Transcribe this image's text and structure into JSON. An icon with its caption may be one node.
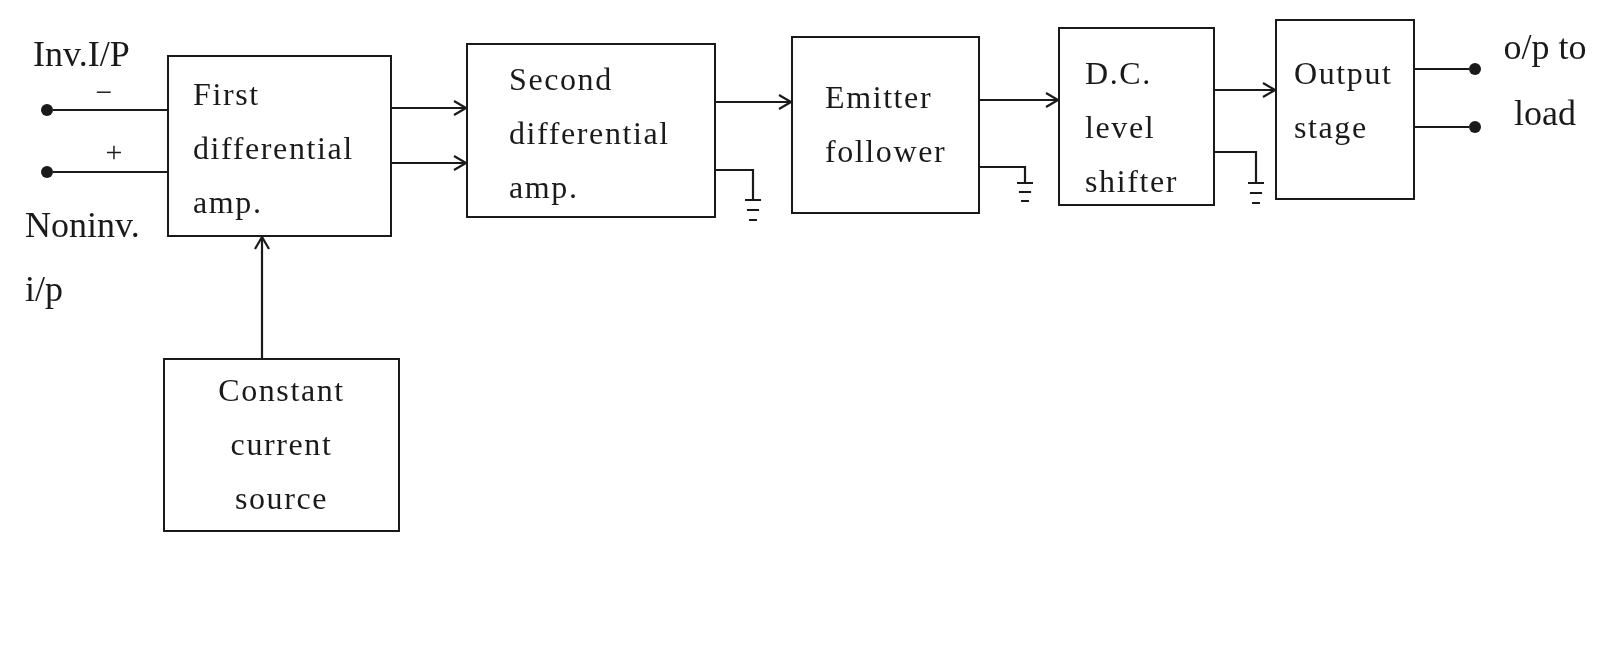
{
  "diagram": {
    "nodes": [
      {
        "text": [],
        "shape": "circle",
        "beside": [
          "Inv.I/P"
        ]
      },
      {
        "text": [],
        "shape": "circle",
        "beside": [
          "Noninv. i/p"
        ]
      },
      {
        "text": [
          "First differential amp."
        ]
      },
      {
        "text": [
          "Second differential amp."
        ]
      },
      {
        "text": [],
        "shape": "ground"
      },
      {
        "text": [
          "Emitter follower"
        ]
      },
      {
        "text": [],
        "shape": "ground"
      },
      {
        "text": [
          "D.C. level shifter"
        ]
      },
      {
        "text": [],
        "shape": "ground"
      },
      {
        "text": [
          "Output stage"
        ]
      },
      {
        "text": [],
        "shape": "circle"
      },
      {
        "text": [],
        "shape": "circle"
      },
      {
        "text": [
          "Constant current source"
        ]
      }
    ],
    "edges": [
      {
        "from": 0,
        "to": 2,
        "arrow": "none",
        "label": "−"
      },
      {
        "from": 1,
        "to": 2,
        "arrow": "none",
        "label": "+"
      },
      {
        "from": 2,
        "to": 3,
        "arrow": "to"
      },
      {
        "from": 2,
        "to": 3,
        "arrow": "to"
      },
      {
        "from": 3,
        "to": 5,
        "arrow": "to"
      },
      {
        "from": 3,
        "to": 4,
        "arrow": "none"
      },
      {
        "from": 5,
        "to": 7,
        "arrow": "to"
      },
      {
        "from": 5,
        "to": 6,
        "arrow": "none"
      },
      {
        "from": 7,
        "to": 9,
        "arrow": "to"
      },
      {
        "from": 7,
        "to": 8,
        "arrow": "none"
      },
      {
        "from": 9,
        "to": 10,
        "arrow": "none"
      },
      {
        "from": 9,
        "to": 11,
        "arrow": "none"
      },
      {
        "from": 12,
        "to": 2,
        "arrow": "to"
      }
    ],
    "labels": [
      "o/p to load"
    ]
  }
}
